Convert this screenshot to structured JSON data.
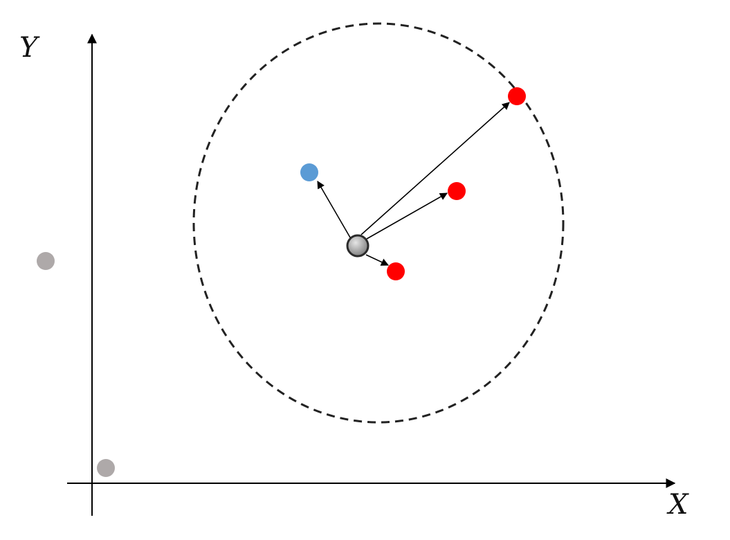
{
  "axes": {
    "x_label": "X",
    "y_label": "Y"
  },
  "center_point": {
    "color": "#9a9a9a"
  },
  "points": [
    {
      "id": "blue-point",
      "color": "#5b9bd5"
    },
    {
      "id": "red-point-near",
      "color": "#ff0000"
    },
    {
      "id": "red-point-mid",
      "color": "#ff0000"
    },
    {
      "id": "red-point-far",
      "color": "#ff0000"
    },
    {
      "id": "gray-point-left",
      "color": "#aea9a9"
    },
    {
      "id": "gray-point-origin",
      "color": "#aea9a9"
    }
  ],
  "neighborhood": {
    "style": "dashed"
  }
}
